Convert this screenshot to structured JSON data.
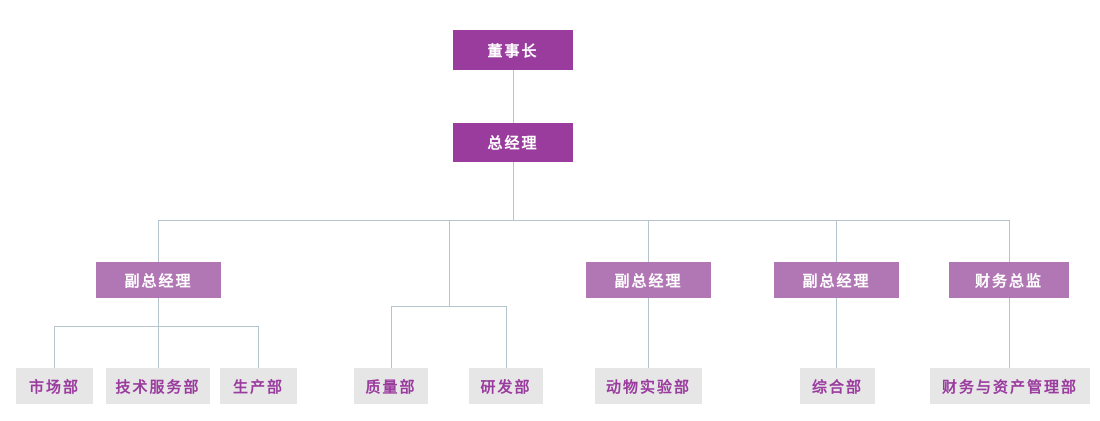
{
  "diagram": {
    "type": "org-chart",
    "colors": {
      "primary_box": "#9A3B9E",
      "secondary_box": "#B176B4",
      "leaf_box_bg": "#E6E6E6",
      "leaf_box_text": "#9A3B9E",
      "connector_line": "#B6C5CD",
      "background": "#FFFFFF"
    },
    "nodes": [
      {
        "id": "chairman",
        "label": "董事长",
        "level": 1,
        "parent": null,
        "style": "primary"
      },
      {
        "id": "general-manager",
        "label": "总经理",
        "level": 2,
        "parent": "chairman",
        "style": "primary"
      },
      {
        "id": "vp-1",
        "label": "副总经理",
        "level": 3,
        "parent": "general-manager",
        "style": "secondary"
      },
      {
        "id": "vp-2",
        "label": "副总经理",
        "level": 3,
        "parent": "general-manager",
        "style": "secondary"
      },
      {
        "id": "vp-3",
        "label": "副总经理",
        "level": 3,
        "parent": "general-manager",
        "style": "secondary"
      },
      {
        "id": "cfo",
        "label": "财务总监",
        "level": 3,
        "parent": "general-manager",
        "style": "secondary"
      },
      {
        "id": "marketing",
        "label": "市场部",
        "level": 4,
        "parent": "vp-1",
        "style": "leaf"
      },
      {
        "id": "tech-service",
        "label": "技术服务部",
        "level": 4,
        "parent": "vp-1",
        "style": "leaf"
      },
      {
        "id": "production",
        "label": "生产部",
        "level": 4,
        "parent": "vp-1",
        "style": "leaf"
      },
      {
        "id": "quality",
        "label": "质量部",
        "level": 4,
        "parent": "general-manager",
        "style": "leaf"
      },
      {
        "id": "rnd",
        "label": "研发部",
        "level": 4,
        "parent": "general-manager",
        "style": "leaf"
      },
      {
        "id": "animal-lab",
        "label": "动物实验部",
        "level": 4,
        "parent": "vp-2",
        "style": "leaf"
      },
      {
        "id": "general-affairs",
        "label": "综合部",
        "level": 4,
        "parent": "vp-3",
        "style": "leaf"
      },
      {
        "id": "finance-asset",
        "label": "财务与资产管理部",
        "level": 4,
        "parent": "cfo",
        "style": "leaf"
      }
    ]
  }
}
